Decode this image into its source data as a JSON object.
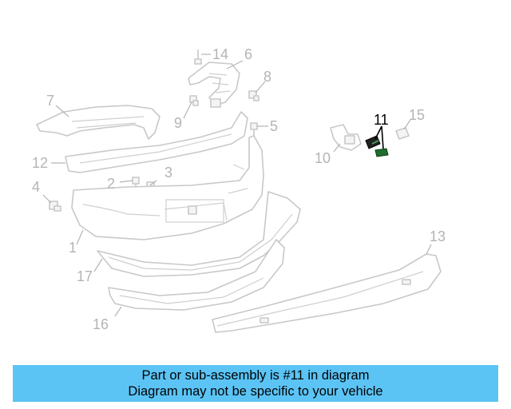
{
  "callouts": {
    "c1": "1",
    "c2": "2",
    "c3": "3",
    "c4": "4",
    "c5": "5",
    "c6": "6",
    "c7": "7",
    "c8": "8",
    "c9": "9",
    "c10": "10",
    "c11": "11",
    "c12": "12",
    "c13": "13",
    "c14": "14",
    "c15": "15",
    "c16": "16",
    "c17": "17"
  },
  "highlighted_part": "11",
  "banner": {
    "line1": "Part or sub-assembly is #11 in diagram",
    "line2": "Diagram may not be specific to your vehicle"
  },
  "colors": {
    "banner_bg": "#5bc4f5",
    "part_outline": "#c8c8c8",
    "callout_text": "#b4b4b4",
    "highlight": "#000000",
    "highlight_part": "#1e6e2e"
  }
}
